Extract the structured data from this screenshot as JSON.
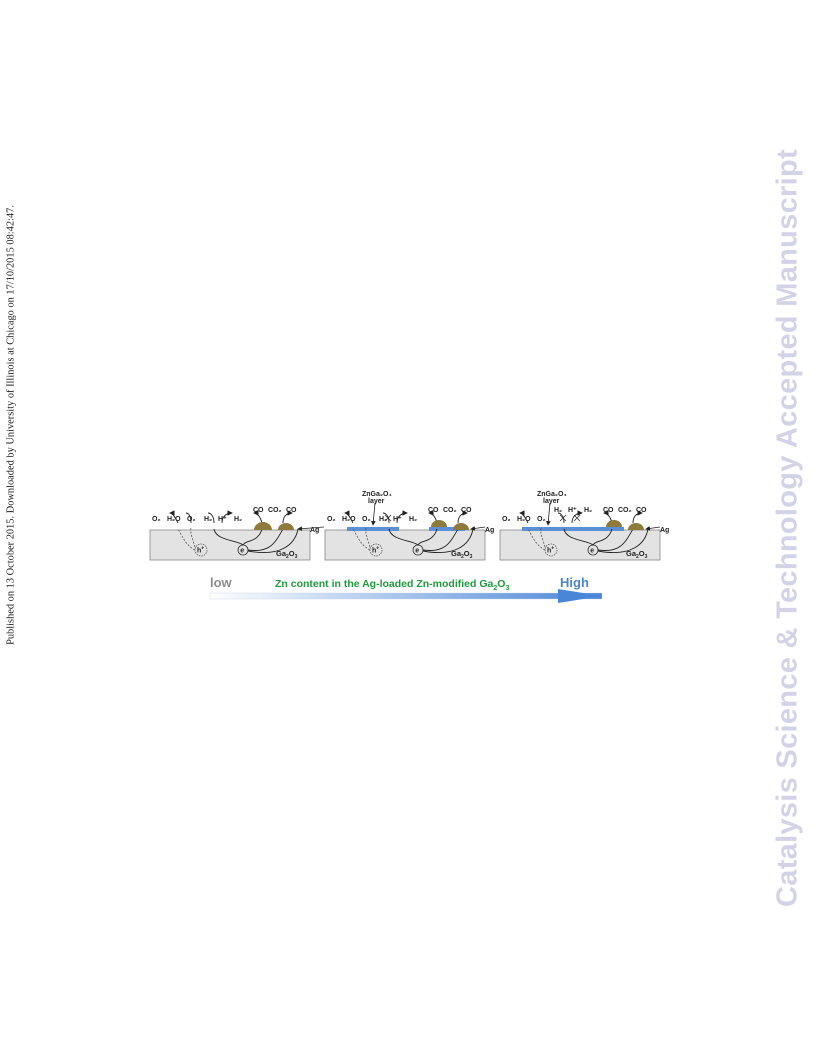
{
  "side_note": "Published on 13 October 2015. Downloaded by University of Illinois at Chicago on 17/10/2015 08:42:47.",
  "watermark": "Catalysis Science & Technology Accepted Manuscript",
  "colors": {
    "watermark": "#d3d3e8",
    "support": "#e3e3e3",
    "layer": "#5b8fd6",
    "silver": "#8d7a3c",
    "arrow_end": "#4a86d8",
    "low": "#8c8c8c",
    "high": "#4a86c8",
    "caption": "#1e9a3a"
  },
  "figure": {
    "panels": [
      {
        "support_main": "Ga",
        "support_sub1": "2",
        "support_mid": "O",
        "support_sub2": "3",
        "electron": "e",
        "hole": "h",
        "hole_sup": "+",
        "ag": "Ag"
      },
      {
        "support_main": "Ga",
        "support_sub1": "2",
        "support_mid": "O",
        "support_sub2": "3",
        "electron": "e",
        "hole": "h",
        "hole_sup": "+",
        "ag": "Ag",
        "layer_line1": "ZnGa₂O₄",
        "layer_line2": "layer"
      },
      {
        "support_main": "Ga",
        "support_sub1": "2",
        "support_mid": "O",
        "support_sub2": "3",
        "electron": "e",
        "hole": "h",
        "hole_sup": "+",
        "ag": "Ag",
        "layer_line1": "ZnGa₂O₄",
        "layer_line2": "layer"
      }
    ],
    "species": {
      "o2": "O₂",
      "h2o": "H₂O",
      "hplus": "H⁺",
      "h2": "H₂",
      "co": "CO",
      "co2": "CO₂"
    },
    "low_label": "low",
    "high_label": "High",
    "caption_main": "Zn content in the Ag-loaded Zn-modified Ga",
    "caption_sub1": "2",
    "caption_mid": "O",
    "caption_sub2": "3"
  }
}
